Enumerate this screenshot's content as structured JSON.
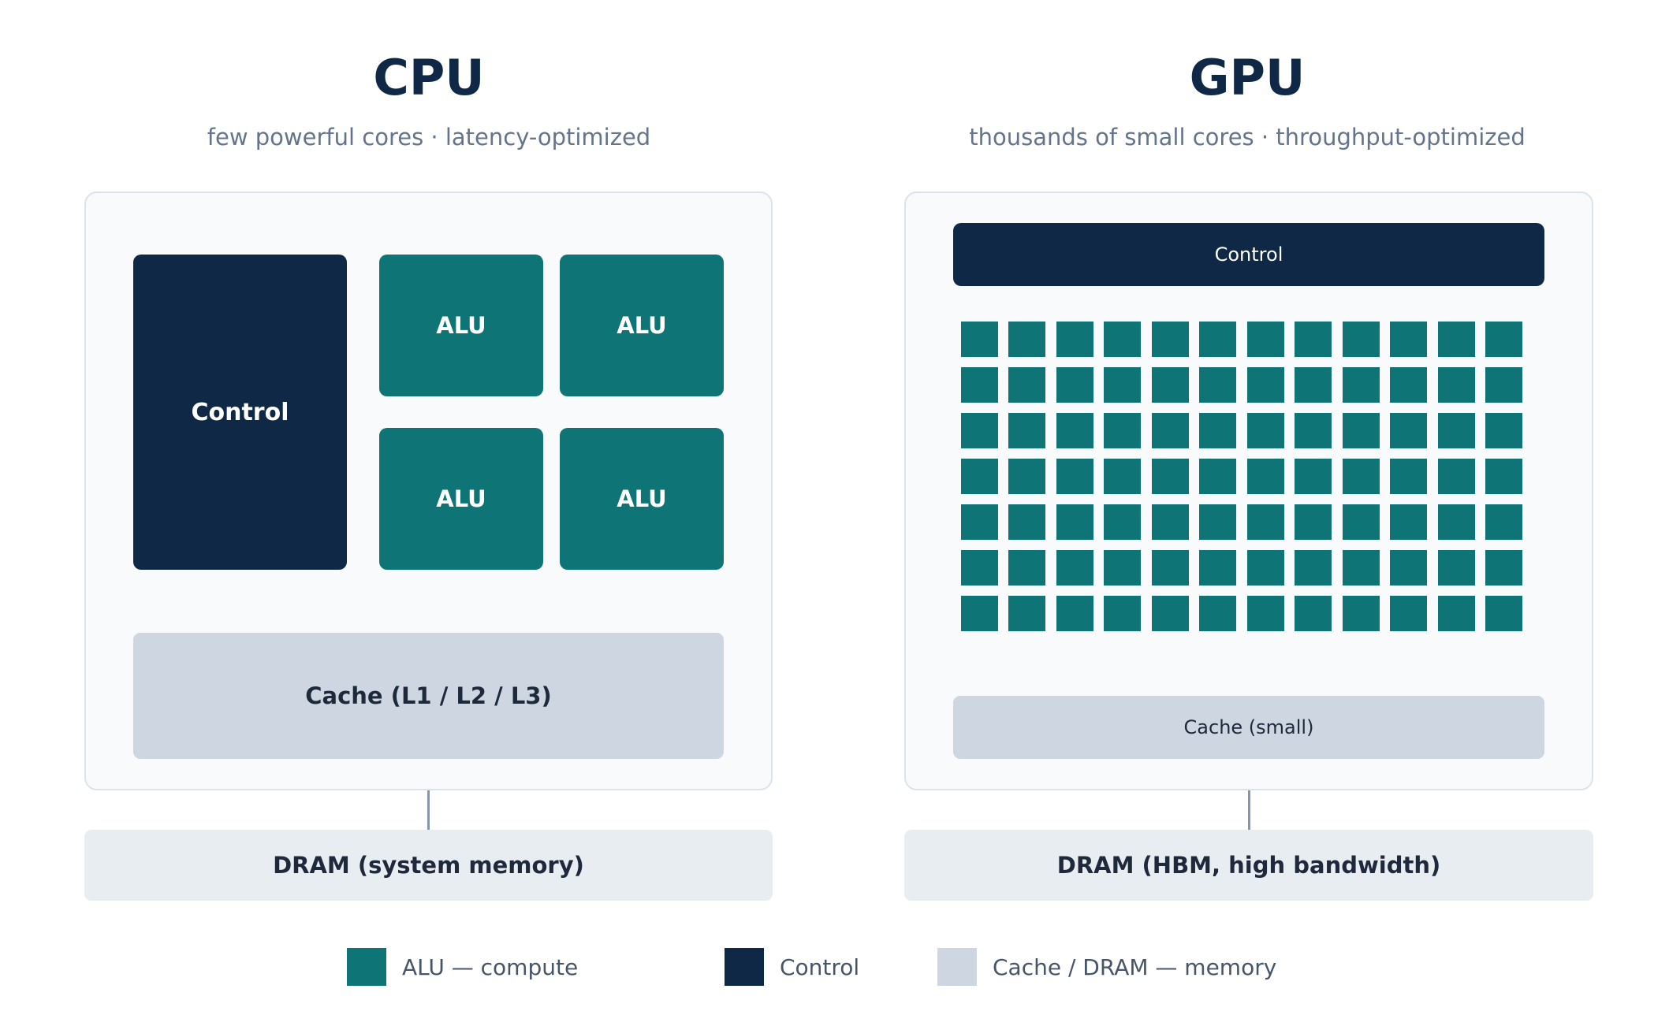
{
  "cpu": {
    "title": "CPU",
    "subtitle": "few powerful cores  ·  latency-optimized",
    "control_label": "Control",
    "alus": [
      "ALU",
      "ALU",
      "ALU",
      "ALU"
    ],
    "cache_label": "Cache  (L1 / L2 / L3)",
    "dram_label": "DRAM  (system memory)"
  },
  "gpu": {
    "title": "GPU",
    "subtitle": "thousands of small cores  ·  throughput-optimized",
    "control_label": "Control",
    "core_grid": {
      "rows": 7,
      "cols": 12
    },
    "cache_label": "Cache  (small)",
    "dram_label": "DRAM  (HBM, high bandwidth)"
  },
  "legend": [
    {
      "label": "ALU  —  compute",
      "color": "#0e7475"
    },
    {
      "label": "Control",
      "color": "#0f2846"
    },
    {
      "label": "Cache / DRAM  —  memory",
      "color": "#cdd6e1"
    }
  ],
  "colors": {
    "alu": "#0e7475",
    "control": "#0f2846",
    "cache": "#cdd6e1",
    "dram": "#e8edf2",
    "title": "#0f2846",
    "subtitle": "#64748b"
  }
}
